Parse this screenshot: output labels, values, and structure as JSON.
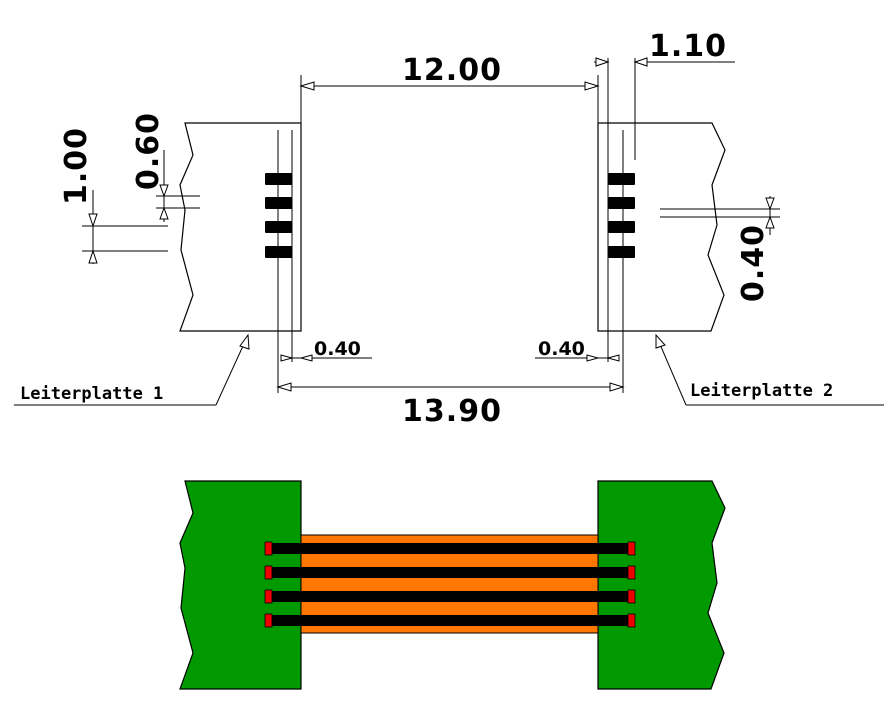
{
  "dimensions": {
    "gap_width": "12.00",
    "contact_width": "1.10",
    "pitch": "1.00",
    "pad_height_left": "0.60",
    "pad_height_right": "0.40",
    "offset_left": "0.40",
    "offset_right": "0.40",
    "overall_length": "13.90"
  },
  "labels": {
    "board_1": "Leiterplatte 1",
    "board_2": "Leiterplatte 2"
  },
  "colors": {
    "board": "#009900",
    "flex": "#ff7700",
    "conductor": "#000000",
    "contact_tip": "#ee0000",
    "outline": "#000000"
  }
}
